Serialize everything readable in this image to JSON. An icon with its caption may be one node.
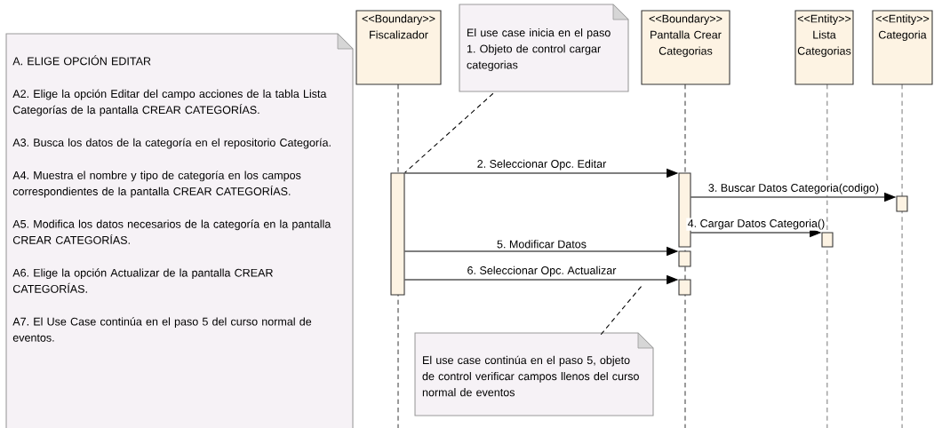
{
  "diagram": {
    "nodes": [
      {
        "text": [
          "A. ELIGE OPCIÓN EDITAR",
          "A2. Elige la opción Editar del campo acciones de la tabla Lista Categorías de la pantalla CREAR CATEGORÍAS.",
          "A3. Busca los datos de la categoría en el repositorio Categoría.",
          "A4. Muestra el nombre y tipo de categoría en los campos correspondientes de la pantalla CREAR CATEGORÍAS.",
          "A5. Modifica los datos necesarios de la categoría en la pantalla CREAR CATEGORÍAS.",
          "A6. Elige la opción Actualizar de la pantalla CREAR CATEGORÍAS.",
          "A7. El Use Case continúa en el paso 5 del curso normal de eventos."
        ]
      },
      {
        "text": [
          "<<Boundary>>",
          "Fiscalizador"
        ]
      },
      {
        "text": [
          "El use case inicia en el paso 1. Objeto de control cargar categorias"
        ]
      },
      {
        "text": [
          "<<Boundary>>",
          "Pantalla Crear Categorias"
        ]
      },
      {
        "text": [
          "<<Entity>>",
          "Lista Categorias"
        ]
      },
      {
        "text": [
          "<<Entity>>",
          "Categoria"
        ]
      },
      {
        "text": [
          "El use case continúa en el paso 5, objeto de control verificar campos llenos del curso normal de eventos"
        ]
      },
      {
        "text": [],
        "shape": "bar"
      },
      {
        "text": [],
        "shape": "bar"
      },
      {
        "text": [],
        "shape": "bar"
      },
      {
        "text": [],
        "shape": "bar"
      },
      {
        "text": [],
        "shape": "bar"
      },
      {
        "text": [],
        "shape": "bar"
      }
    ],
    "edges": [
      {
        "from": 7,
        "to": 8,
        "arrow": "to",
        "label": "2. Seleccionar Opc. Editar"
      },
      {
        "from": 8,
        "to": 12,
        "arrow": "to",
        "label": "3. Buscar Datos Categoria(codigo)"
      },
      {
        "from": 8,
        "to": 11,
        "arrow": "to",
        "label": "4. Cargar Datos Categoria()"
      },
      {
        "from": 7,
        "to": 9,
        "arrow": "to",
        "label": "5. Modificar Datos"
      },
      {
        "from": 7,
        "to": 10,
        "arrow": "to",
        "label": "6. Seleccionar Opc. Actualizar"
      },
      {
        "from": 2,
        "to": 7,
        "arrow": "none",
        "style": "dashed"
      },
      {
        "from": 6,
        "to": null,
        "arrow": "none",
        "style": "dashed"
      }
    ]
  }
}
